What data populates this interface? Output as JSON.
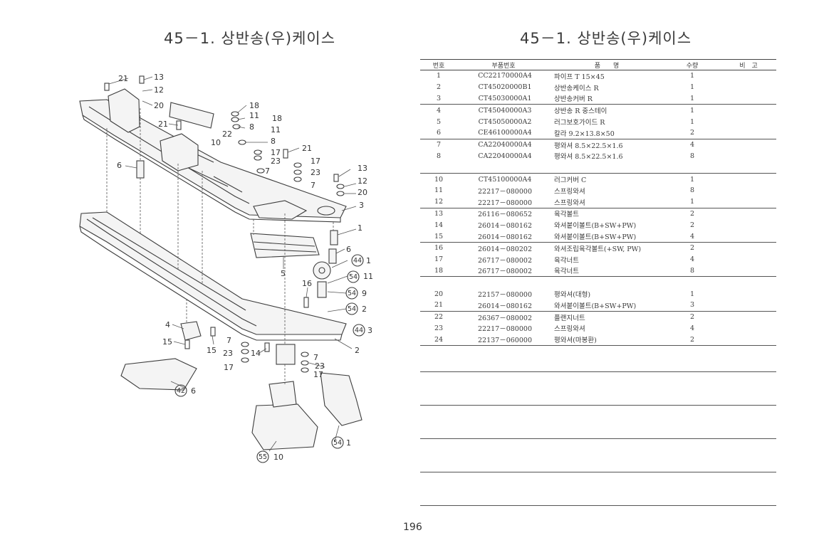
{
  "titles": {
    "left": "45－1. 상반송(우)케이스",
    "right": "45－1. 상반송(우)케이스"
  },
  "table": {
    "headers": {
      "no": "번호",
      "part_no": "부품번호",
      "name": "품　　명",
      "qty": "수량",
      "remark": "비　고"
    },
    "rows": [
      {
        "no": "1",
        "part_no": "CC22170000A4",
        "name": "파이프 T 15×45",
        "qty": "1"
      },
      {
        "no": "2",
        "part_no": "CT45020000B1",
        "name": "상반송케이스 R",
        "qty": "1"
      },
      {
        "no": "3",
        "part_no": "CT45030000A1",
        "name": "상반송커버 R",
        "qty": "1"
      },
      {
        "no": "4",
        "part_no": "CT45040000A3",
        "name": "상반송 R 중스테이",
        "qty": "1"
      },
      {
        "no": "5",
        "part_no": "CT45050000A2",
        "name": "러그보호가이드 R",
        "qty": "1"
      },
      {
        "no": "6",
        "part_no": "CE46100000A4",
        "name": "칼라 9.2×13.8×50",
        "qty": "2"
      },
      {
        "no": "7",
        "part_no": "CA22040000A4",
        "name": "평와셔 8.5×22.5×1.6",
        "qty": "4"
      },
      {
        "no": "8",
        "part_no": "CA22040000A4",
        "name": "평와셔 8.5×22.5×1.6",
        "qty": "8"
      },
      {
        "no": "10",
        "part_no": "CT45100000A4",
        "name": "러그커버 C",
        "qty": "1"
      },
      {
        "no": "11",
        "part_no": "22217－080000",
        "name": "스프링와셔",
        "qty": "8"
      },
      {
        "no": "12",
        "part_no": "22217－080000",
        "name": "스프링와셔",
        "qty": "1"
      },
      {
        "no": "13",
        "part_no": "26116－080652",
        "name": "육각볼트",
        "qty": "2"
      },
      {
        "no": "14",
        "part_no": "26014－080162",
        "name": "와셔붙이볼트(B+SW+PW)",
        "qty": "2"
      },
      {
        "no": "15",
        "part_no": "26014－080162",
        "name": "와셔붙이볼트(B+SW+PW)",
        "qty": "4"
      },
      {
        "no": "16",
        "part_no": "26014－080202",
        "name": "와셔조립육각볼트(+SW, PW)",
        "qty": "2"
      },
      {
        "no": "17",
        "part_no": "26717－080002",
        "name": "육각너트",
        "qty": "4"
      },
      {
        "no": "18",
        "part_no": "26717－080002",
        "name": "육각너트",
        "qty": "8"
      },
      {
        "no": "20",
        "part_no": "22157－080000",
        "name": "평와셔(대형)",
        "qty": "1"
      },
      {
        "no": "21",
        "part_no": "26014－080162",
        "name": "와셔붙이볼트(B+SW+PW)",
        "qty": "3"
      },
      {
        "no": "22",
        "part_no": "26367－080002",
        "name": "플랜지너트",
        "qty": "2"
      },
      {
        "no": "23",
        "part_no": "22217－080000",
        "name": "스프링와셔",
        "qty": "4"
      },
      {
        "no": "24",
        "part_no": "22137－060000",
        "name": "평와셔(마봉환)",
        "qty": "2"
      }
    ]
  },
  "diagram": {
    "labels": [
      "21",
      "13",
      "12",
      "20",
      "18",
      "11",
      "18",
      "21",
      "8",
      "22",
      "11",
      "10",
      "8",
      "17",
      "23",
      "21",
      "17",
      "23",
      "7",
      "6",
      "7",
      "13",
      "12",
      "20",
      "3",
      "1",
      "6",
      "5",
      "1",
      "11",
      "16",
      "9",
      "2",
      "3",
      "4",
      "2",
      "7",
      "15",
      "15",
      "14",
      "23",
      "7",
      "17",
      "23",
      "17",
      "6",
      "10",
      "1"
    ],
    "circled": [
      "44",
      "54",
      "54",
      "54",
      "44",
      "42",
      "55",
      "54"
    ]
  },
  "page_number": "196"
}
